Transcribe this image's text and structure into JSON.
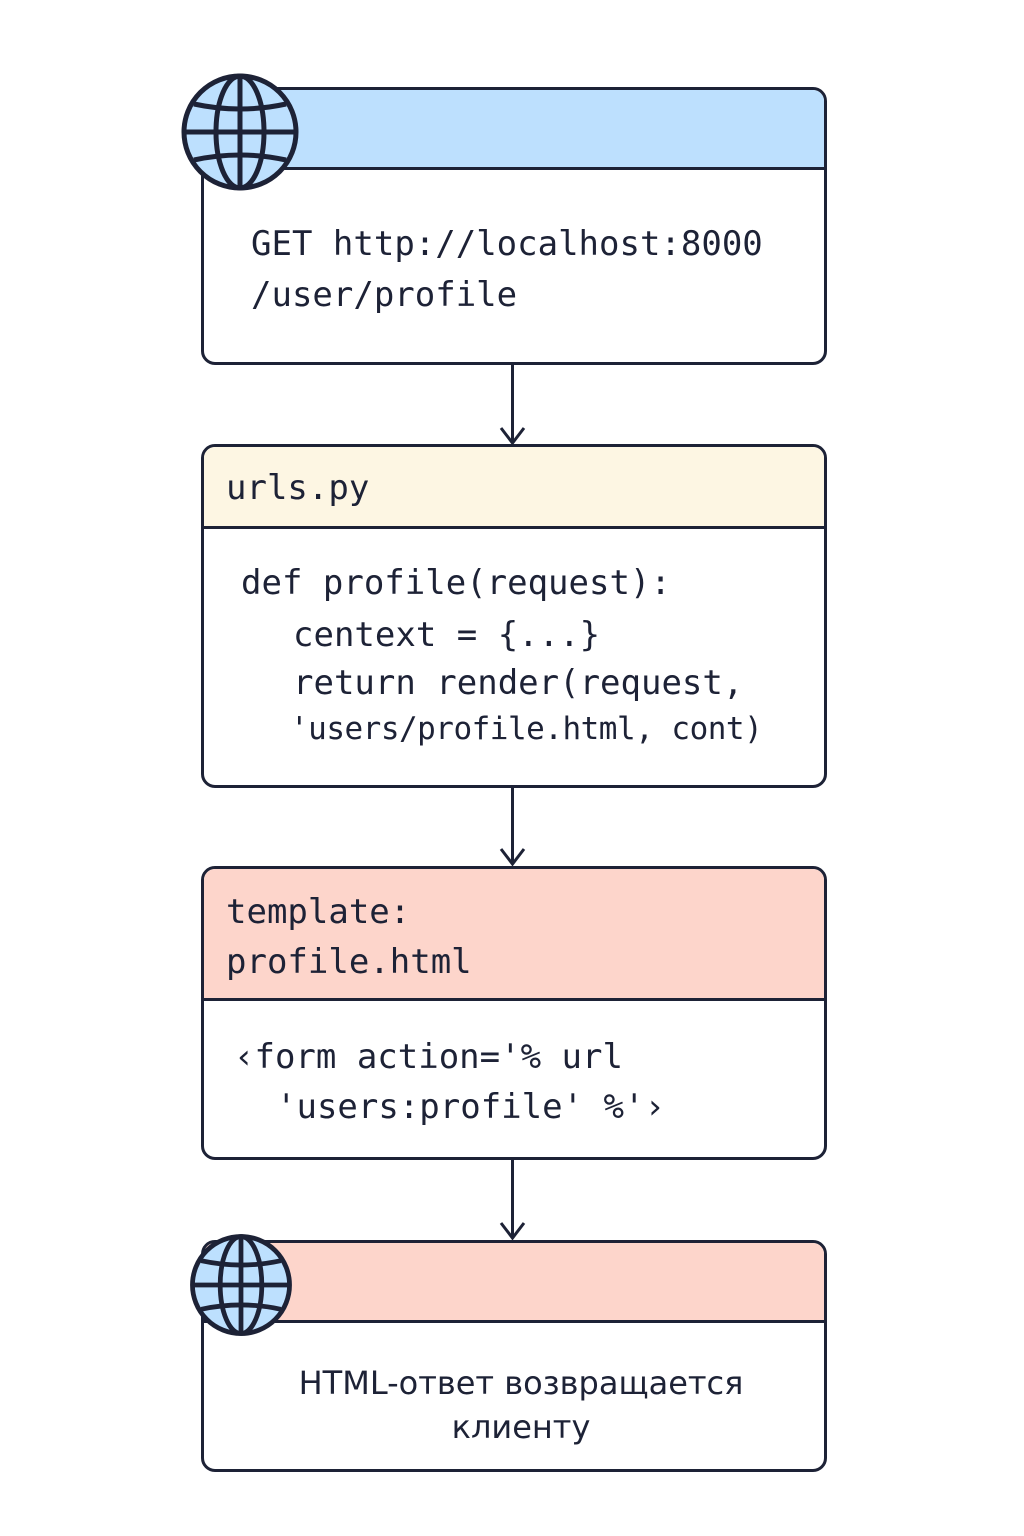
{
  "colors": {
    "stroke": "#1d2236",
    "request_header": "#bde0fe",
    "urls_header": "#fdf6e3",
    "template_header": "#fdd5cb",
    "response_header": "#fdd5cb",
    "globe_fill": "#bde0fe"
  },
  "request": {
    "icon": "globe-icon",
    "line1_method": "GET",
    "line1_url": "http://localhost:8000",
    "line2": "/user/profile"
  },
  "urls": {
    "header": "urls.py",
    "lines": [
      "def profile(request):",
      "centext = {...}",
      "return render(request,",
      "'users/profile.html, cont)"
    ]
  },
  "template": {
    "header_line1": "template:",
    "header_line2": "profile.html",
    "lines": [
      "‹form action='% url",
      "'users:profile' %'›"
    ]
  },
  "response": {
    "icon": "globe-icon",
    "line1": "HTML-ответ возвращается",
    "line2": "клиенту"
  }
}
